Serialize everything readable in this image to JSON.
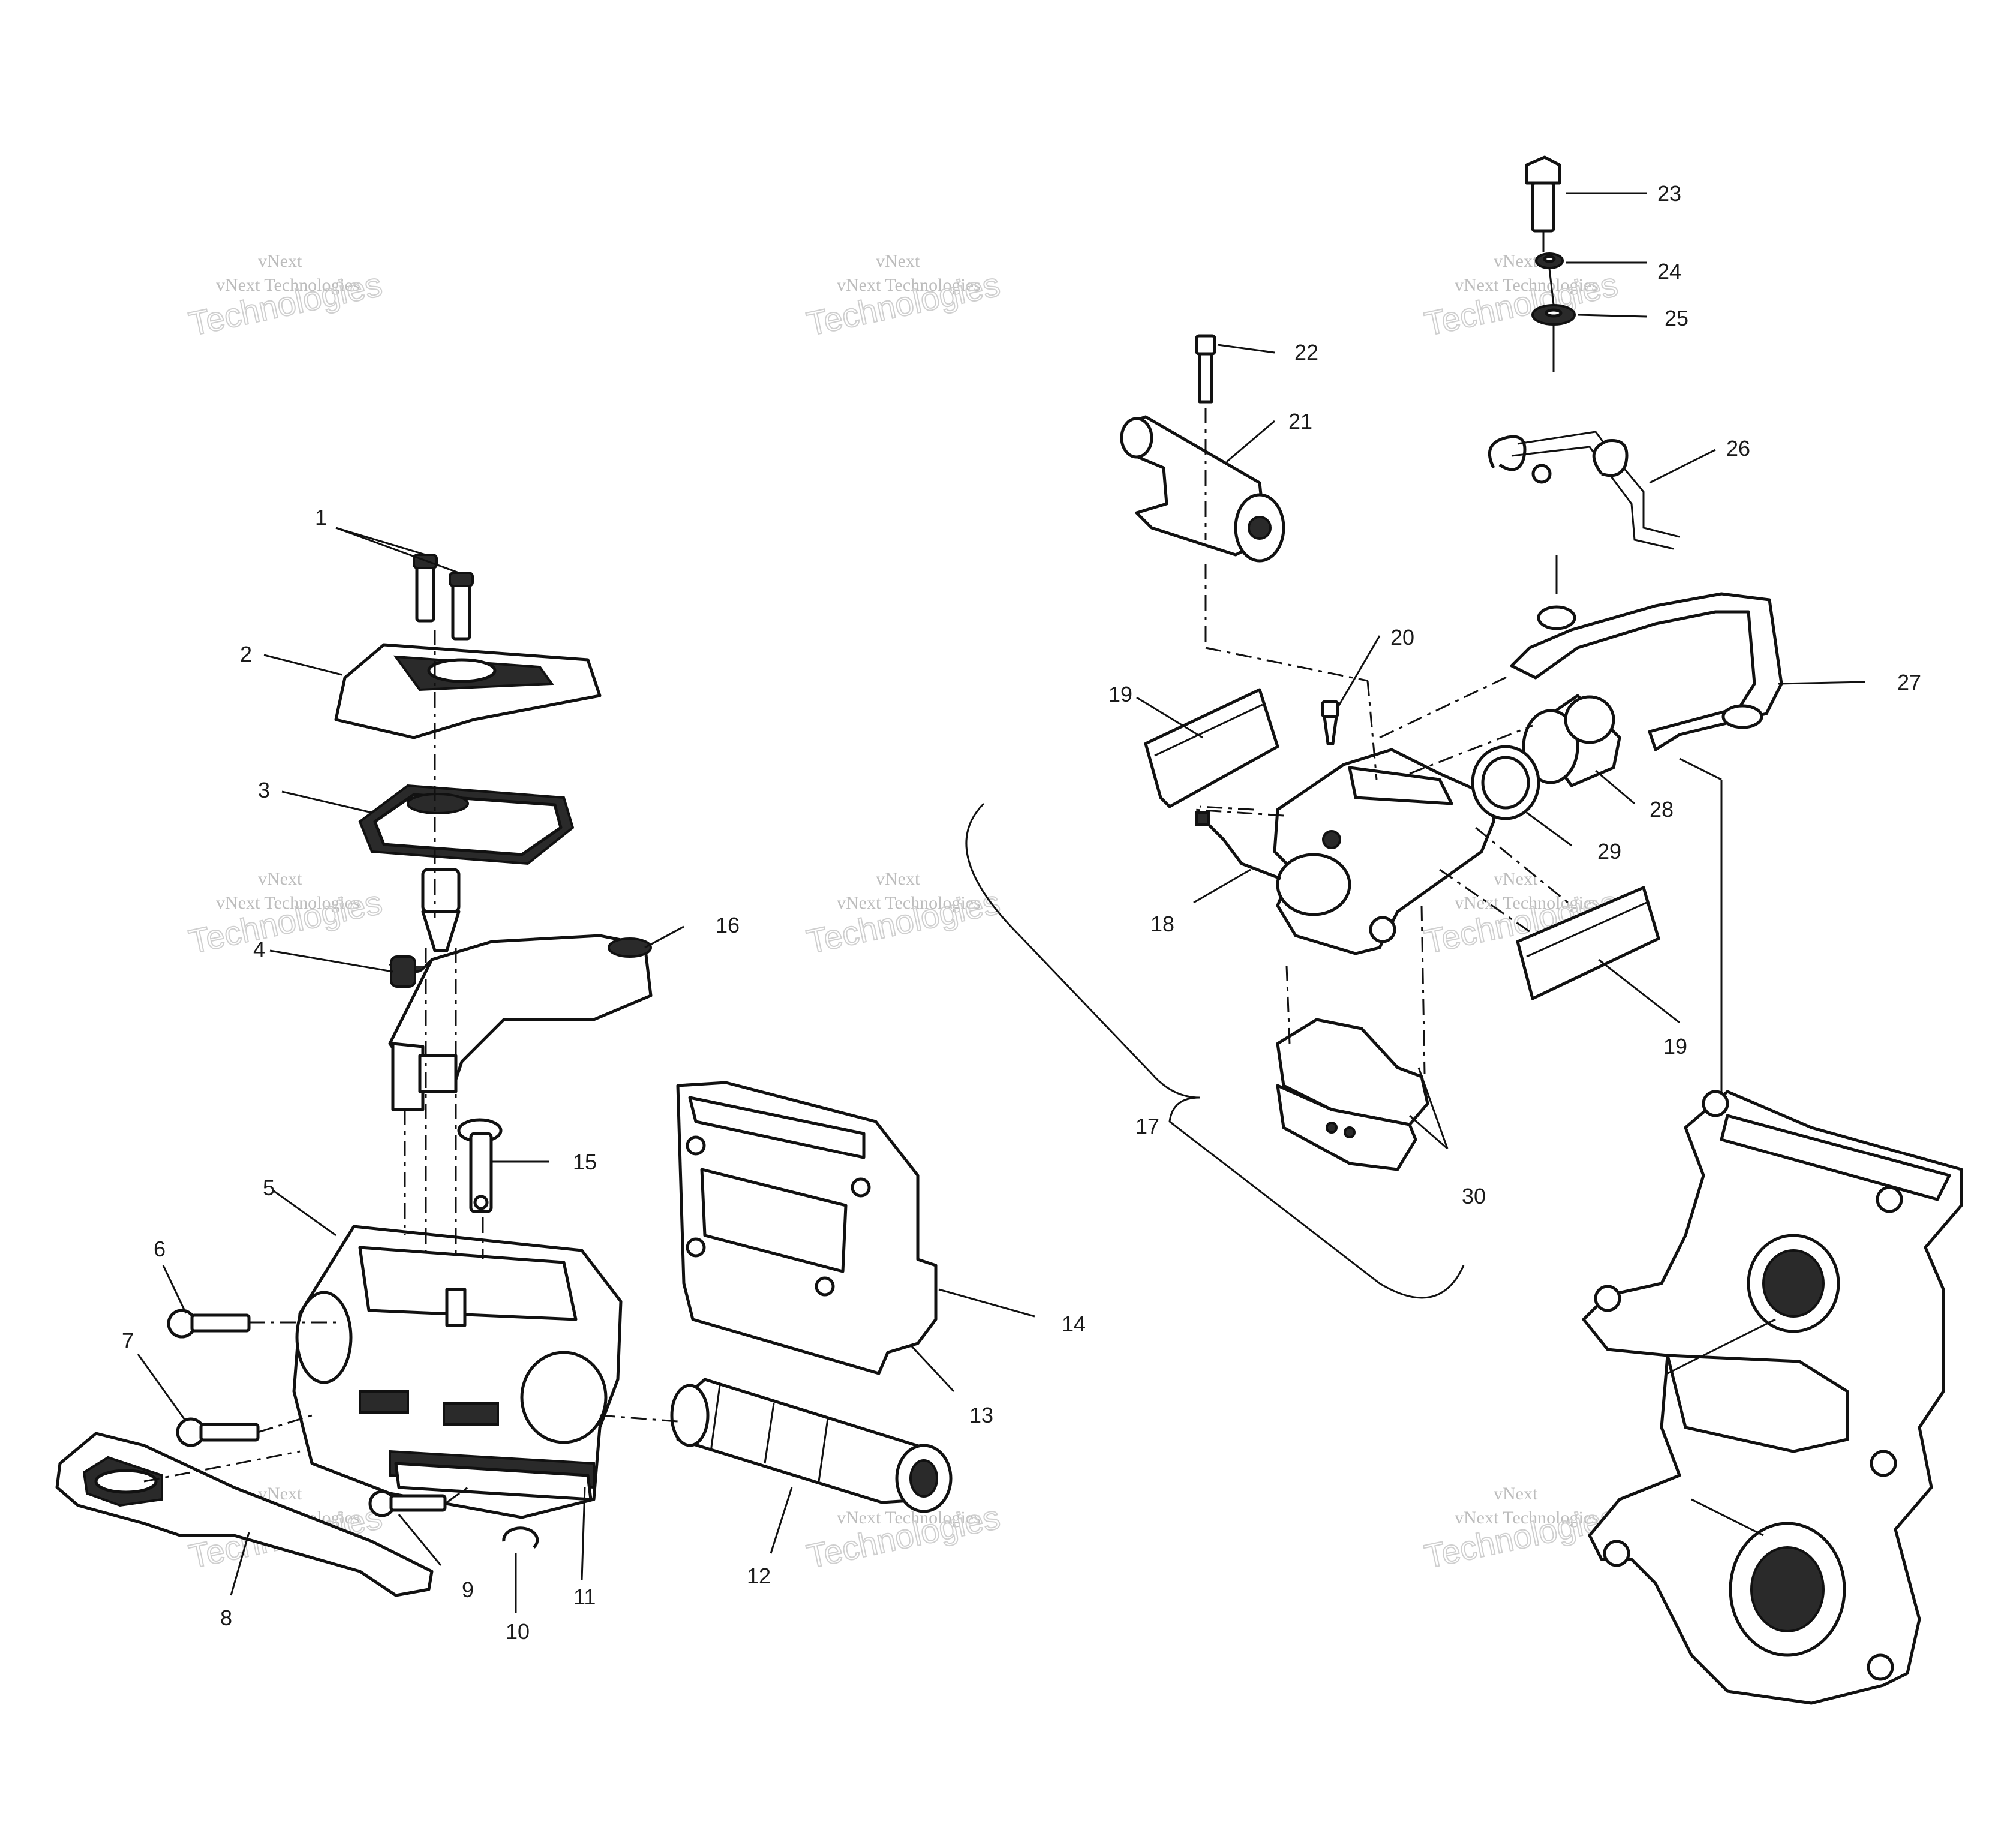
{
  "watermark": {
    "line1": "vNext",
    "line2": "vNext Technologies",
    "line3": "Technologies"
  },
  "callouts": [
    {
      "id": "1",
      "label": "1"
    },
    {
      "id": "2",
      "label": "2"
    },
    {
      "id": "3",
      "label": "3"
    },
    {
      "id": "4",
      "label": "4"
    },
    {
      "id": "5",
      "label": "5"
    },
    {
      "id": "6",
      "label": "6"
    },
    {
      "id": "7",
      "label": "7"
    },
    {
      "id": "8",
      "label": "8"
    },
    {
      "id": "9",
      "label": "9"
    },
    {
      "id": "10",
      "label": "10"
    },
    {
      "id": "11",
      "label": "11"
    },
    {
      "id": "12",
      "label": "12"
    },
    {
      "id": "13",
      "label": "13"
    },
    {
      "id": "14",
      "label": "14"
    },
    {
      "id": "15",
      "label": "15"
    },
    {
      "id": "16",
      "label": "16"
    },
    {
      "id": "17",
      "label": "17"
    },
    {
      "id": "18",
      "label": "18"
    },
    {
      "id": "19a",
      "label": "19"
    },
    {
      "id": "19b",
      "label": "19"
    },
    {
      "id": "20",
      "label": "20"
    },
    {
      "id": "21",
      "label": "21"
    },
    {
      "id": "22",
      "label": "22"
    },
    {
      "id": "23",
      "label": "23"
    },
    {
      "id": "24",
      "label": "24"
    },
    {
      "id": "25",
      "label": "25"
    },
    {
      "id": "26",
      "label": "26"
    },
    {
      "id": "27",
      "label": "27"
    },
    {
      "id": "28",
      "label": "28"
    },
    {
      "id": "29",
      "label": "29"
    },
    {
      "id": "30",
      "label": "30"
    }
  ]
}
